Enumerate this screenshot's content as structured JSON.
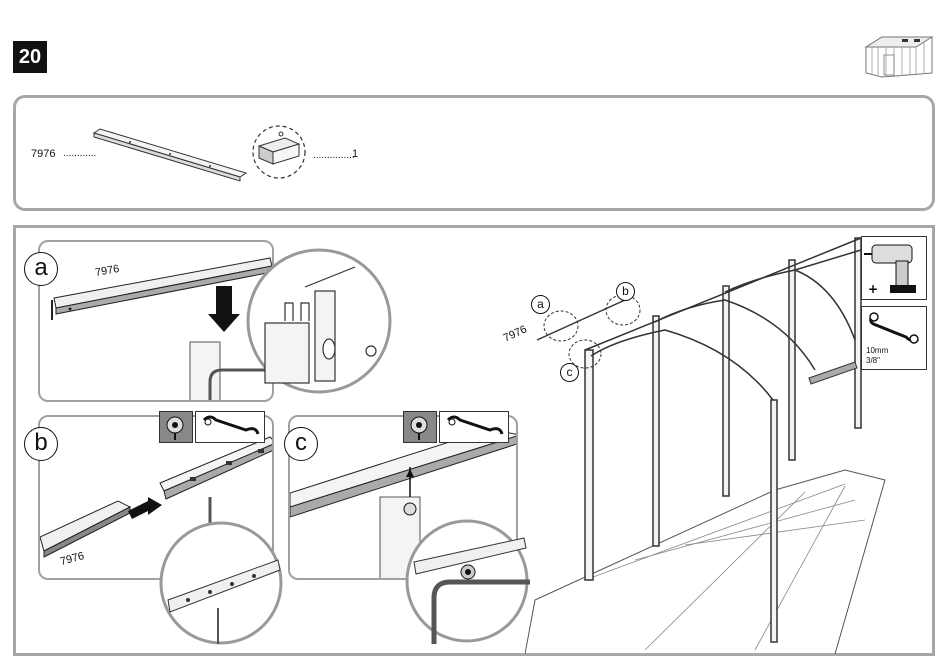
{
  "step": {
    "number": "20"
  },
  "header": {
    "shed_icon": "shed-icon"
  },
  "parts": {
    "part_code": "7976",
    "quantity": "1",
    "dots_left": "............",
    "dots_right": "..............."
  },
  "panel_a": {
    "letter": "a",
    "part_label": "7976"
  },
  "panel_b": {
    "letter": "b",
    "part_label": "7976"
  },
  "panel_c": {
    "letter": "c"
  },
  "overview": {
    "part_label": "7976",
    "marker_a": "a",
    "marker_b": "b",
    "marker_c": "c"
  },
  "tools": {
    "drill_icon": "drill-icon",
    "wrench_icon": "wrench-icon",
    "wrench_size_metric": "10mm",
    "wrench_size_imperial": "3/8\""
  }
}
